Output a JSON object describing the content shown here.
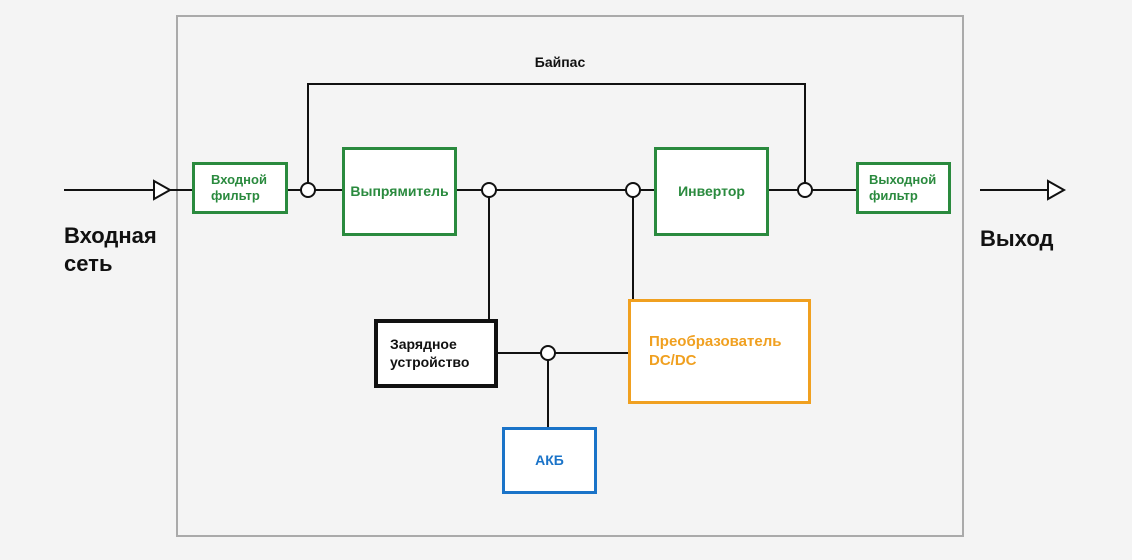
{
  "input_label_line1": "Входная",
  "input_label_line2": "сеть",
  "output_label": "Выход",
  "bypass_label": "Байпас",
  "blocks": {
    "input_filter": {
      "line1": "Входной",
      "line2": "фильтр"
    },
    "rectifier": {
      "label": "Выпрямитель"
    },
    "inverter": {
      "label": "Инвертор"
    },
    "output_filter": {
      "line1": "Выходной",
      "line2": "фильтр"
    },
    "charger": {
      "line1": "Зарядное",
      "line2": "устройство"
    },
    "dcdc": {
      "line1": "Преобразователь",
      "line2": "DC/DC"
    },
    "battery": {
      "label": "АКБ"
    }
  },
  "colors": {
    "green": "#2a8a3e",
    "orange": "#f0a020",
    "blue": "#1a73c8",
    "black": "#111111",
    "frame": "#aaaaaa"
  }
}
